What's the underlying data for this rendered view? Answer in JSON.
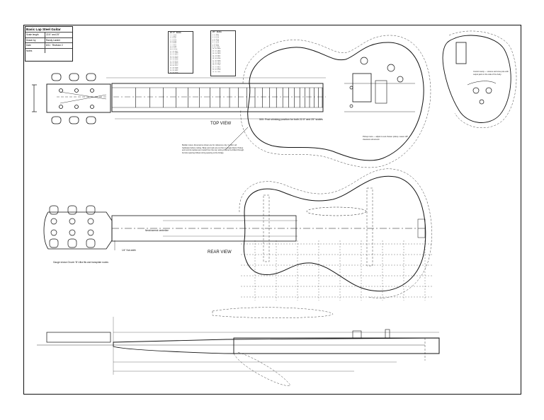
{
  "title_block": {
    "title": "Basic Lap Steel Guitar",
    "rows": [
      {
        "key": "Scale length",
        "value": "22.5\" and 25\""
      },
      {
        "key": "Drawn by",
        "value": "Randy Lander"
      },
      {
        "key": "Date",
        "value": "8/11 · Revision 2"
      },
      {
        "key": "Notes",
        "value": ""
      }
    ]
  },
  "labels": {
    "top_view": "TOP VIEW",
    "rear_view": "REAR VIEW",
    "bridge_note": "500: Post shlnking position for both 22.5\" and 25\" scales",
    "rear_center_line": "Neck/ssemol centerline",
    "tuner_note": "1/4\" Nut width",
    "gear_note": "Gauge shown Grover 'B' Ultra fits and transplate routes"
  },
  "fret_table_1": {
    "header": "22.5\" SCALE",
    "rows": [
      "1 1.2628",
      "2 2.4547",
      "3 3.5797",
      "4 4.6416",
      "5 5.6438",
      "6 6.5898",
      "7 7.4827",
      "8 8.3255",
      "9 9.1211",
      "10 9.8720",
      "11 10.5807",
      "12 11.2500",
      "13 11.8814",
      "14 12.4773",
      "15 13.0398",
      "16 13.5708",
      "17 14.0719",
      "18 14.5449",
      "19 14.9913",
      "20 15.4127",
      "21 15.8105",
      "22 16.1859",
      "23 16.5402",
      "24 16.8746"
    ]
  },
  "fret_table_2": {
    "header": "25\" SCALE",
    "rows": [
      "1 1.4031",
      "2 2.7274",
      "3 3.9775",
      "4 5.1573",
      "5 6.2709",
      "6 7.3220",
      "7 8.3141",
      "8 9.2505",
      "9 10.1345",
      "10 10.9689",
      "11 11.7564",
      "12 12.5000",
      "13 13.2016",
      "14 13.8637",
      "15 14.4887",
      "16 15.0786",
      "17 15.6355",
      "18 16.1610",
      "19 16.6570",
      "20 17.1252",
      "21 17.5672",
      "22 17.9843",
      "23 18.3780",
      "24 18.7497"
    ]
  },
  "notes": {
    "general": "Builder notes: dimensions shown are for reference only. Confirm all hardware before cutting. Body and neck are cut from a single blank. Pickup and control cavities are routed from the top; wiring channel is drilled through. Ferrule spacing follows string spacing at the bridge.",
    "pickup": "Pickup route — adjust to suit chosen pickup. Leave 1/8\" clearance all around.",
    "control": "Control cavity — volume and tone pots with output jack on the side of the body."
  }
}
